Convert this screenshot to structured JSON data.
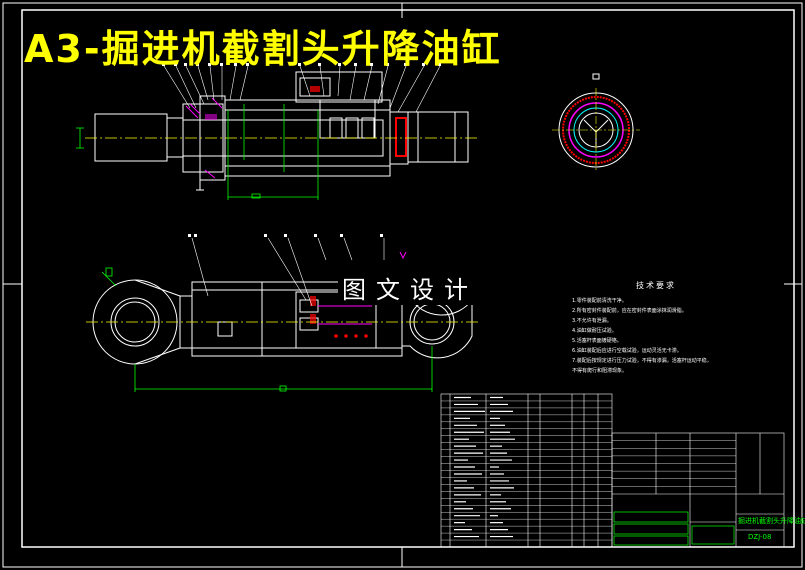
{
  "drawing": {
    "title": "A3-掘进机截割头升降油缸",
    "watermark": "图文设计",
    "tech_requirements": {
      "title": "技术要求",
      "notes": [
        "1.零件装配前清洗干净。",
        "2.所有密封件装配前，应在密封件表面涂抹润滑脂。",
        "3.不允许有泄漏。",
        "4.油缸做耐压试验。",
        "5.活塞杆表面镀硬铬。",
        "6.油缸装配后应进行空载试验，运动灵活无卡滞。",
        "7.装配后按规定进行压力试验，不得有渗漏，活塞杆运动平稳，",
        "不得有爬行和阻滞现象。"
      ]
    },
    "title_block": {
      "name": "掘进机截割头升降油缸",
      "code": "DZJ-08"
    }
  },
  "colors": {
    "background": "#000000",
    "outline": "#ffffff",
    "title": "#ffff00",
    "dimension": "#00ff00",
    "section": "#ff0000",
    "hatch": "#ff00ff",
    "centerline": "#ffff00",
    "hidden": "#00ffff"
  }
}
